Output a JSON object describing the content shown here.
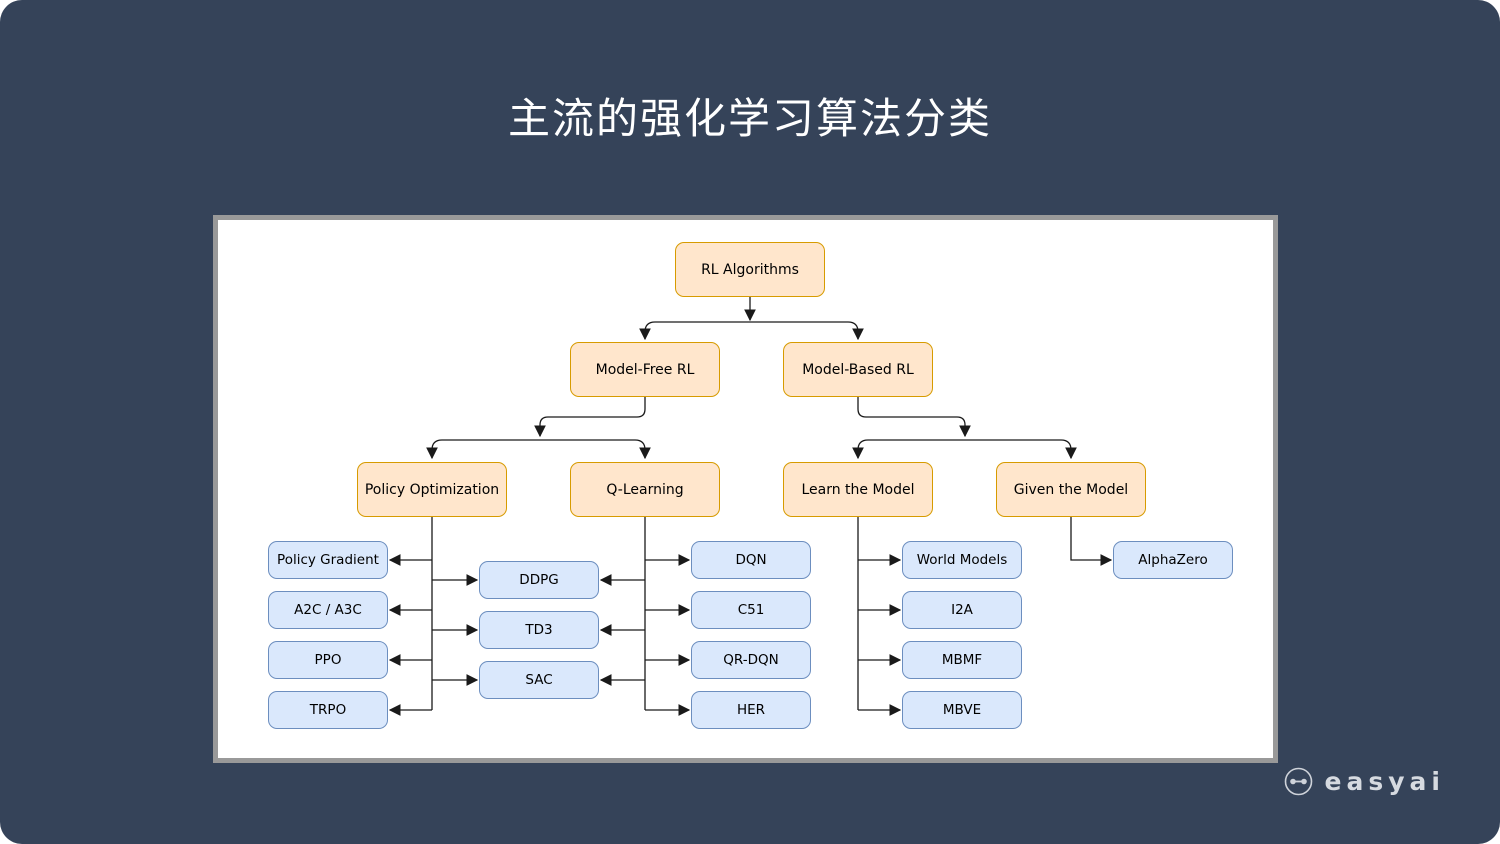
{
  "title": "主流的强化学习算法分类",
  "brand": {
    "name": "easyai"
  },
  "diagram": {
    "root": {
      "label": "RL Algorithms"
    },
    "branches": [
      {
        "label": "Model-Free RL"
      },
      {
        "label": "Model-Based RL"
      }
    ],
    "categories": [
      {
        "label": "Policy Optimization"
      },
      {
        "label": "Q-Learning"
      },
      {
        "label": "Learn the Model"
      },
      {
        "label": "Given the Model"
      }
    ],
    "policy_optimization_children": [
      {
        "label": "Policy Gradient"
      },
      {
        "label": "A2C / A3C"
      },
      {
        "label": "PPO"
      },
      {
        "label": "TRPO"
      }
    ],
    "shared_children": [
      {
        "label": "DDPG"
      },
      {
        "label": "TD3"
      },
      {
        "label": "SAC"
      }
    ],
    "q_learning_children": [
      {
        "label": "DQN"
      },
      {
        "label": "C51"
      },
      {
        "label": "QR-DQN"
      },
      {
        "label": "HER"
      }
    ],
    "learn_the_model_children": [
      {
        "label": "World Models"
      },
      {
        "label": "I2A"
      },
      {
        "label": "MBMF"
      },
      {
        "label": "MBVE"
      }
    ],
    "given_the_model_children": [
      {
        "label": "AlphaZero"
      }
    ],
    "colors": {
      "category_fill": "#FFE6CC",
      "category_border": "#D79B00",
      "leaf_fill": "#DAE8FC",
      "leaf_border": "#6C8EBF",
      "connector": "#1A1A1A",
      "page_background": "#354359",
      "panel_border": "#999999"
    }
  }
}
